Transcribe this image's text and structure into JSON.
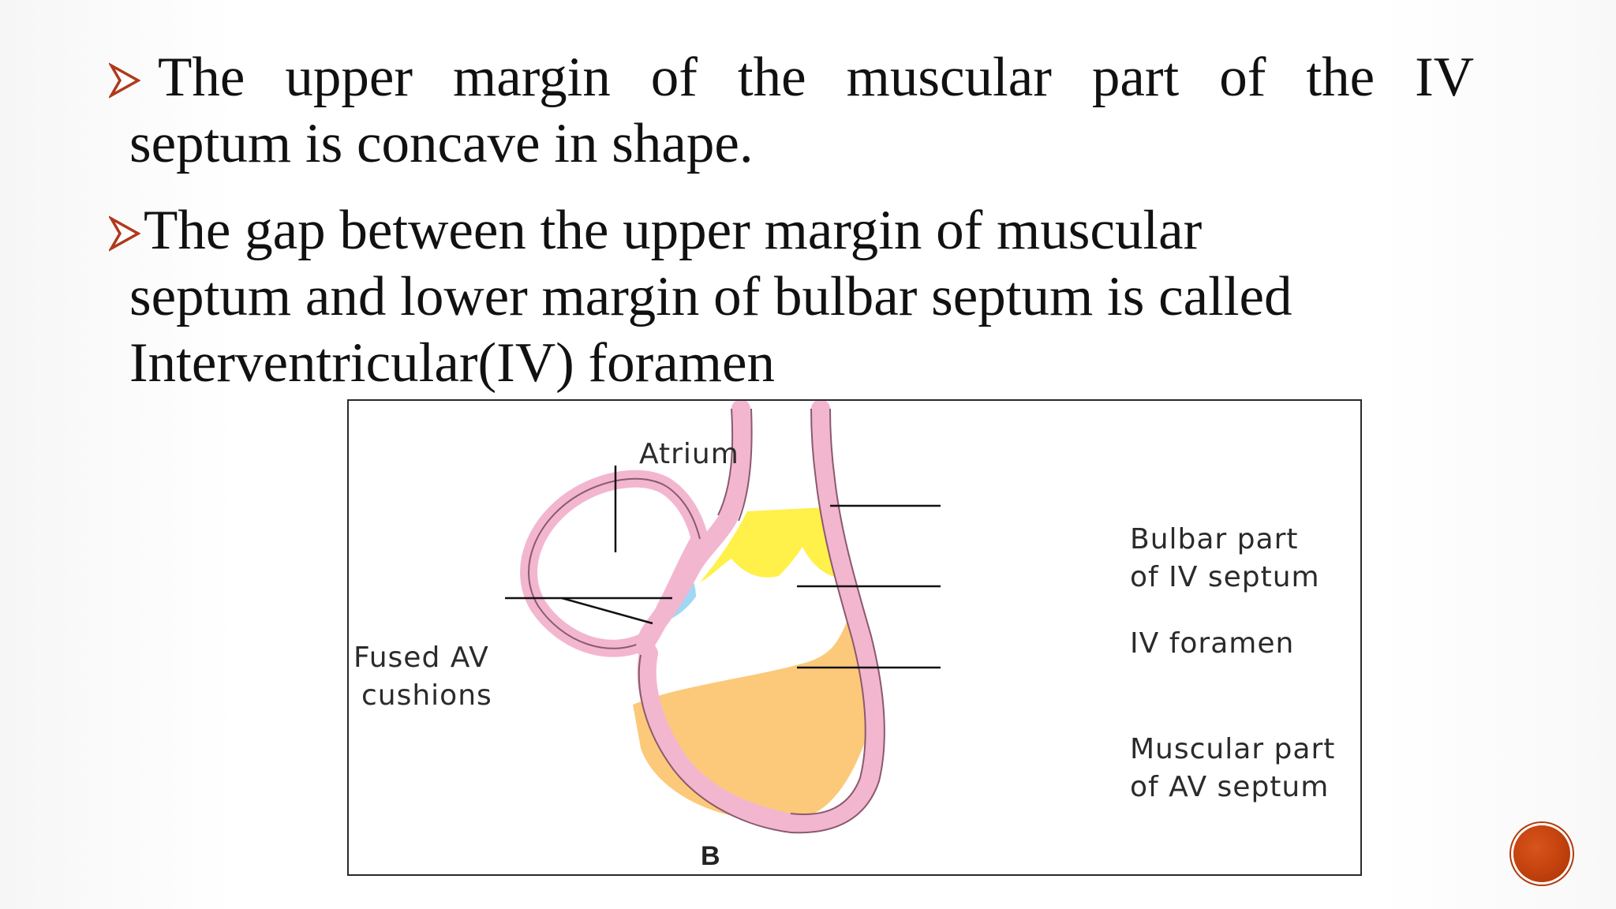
{
  "bullets": [
    {
      "line1_words": [
        "The",
        "upper",
        "margin",
        "of",
        "the",
        "muscular",
        "part",
        "of",
        "the",
        "IV"
      ],
      "continuation": [
        "septum is concave in shape."
      ]
    },
    {
      "line1": "The gap between the upper margin of muscular",
      "continuation": [
        "septum and lower margin of bulbar septum is called",
        "Interventricular(IV) foramen"
      ]
    }
  ],
  "diagram": {
    "labels": {
      "atrium": "Atrium",
      "fused_av_1": "Fused AV",
      "fused_av_2": "cushions",
      "bulbar_1": "Bulbar part",
      "bulbar_2": "of IV septum",
      "iv_foramen": "IV foramen",
      "muscular_1": "Muscular part",
      "muscular_2": "of AV septum",
      "panel": "B"
    },
    "colors": {
      "wall": "#f3b6cf",
      "wall_stroke": "#8a5a6e",
      "bulbar": "#fff04a",
      "muscular": "#fcc97a",
      "cushion": "#9fd8f2"
    }
  },
  "colors": {
    "bullet_arrow": "#b0391c",
    "nav_button": "#c2410c"
  }
}
